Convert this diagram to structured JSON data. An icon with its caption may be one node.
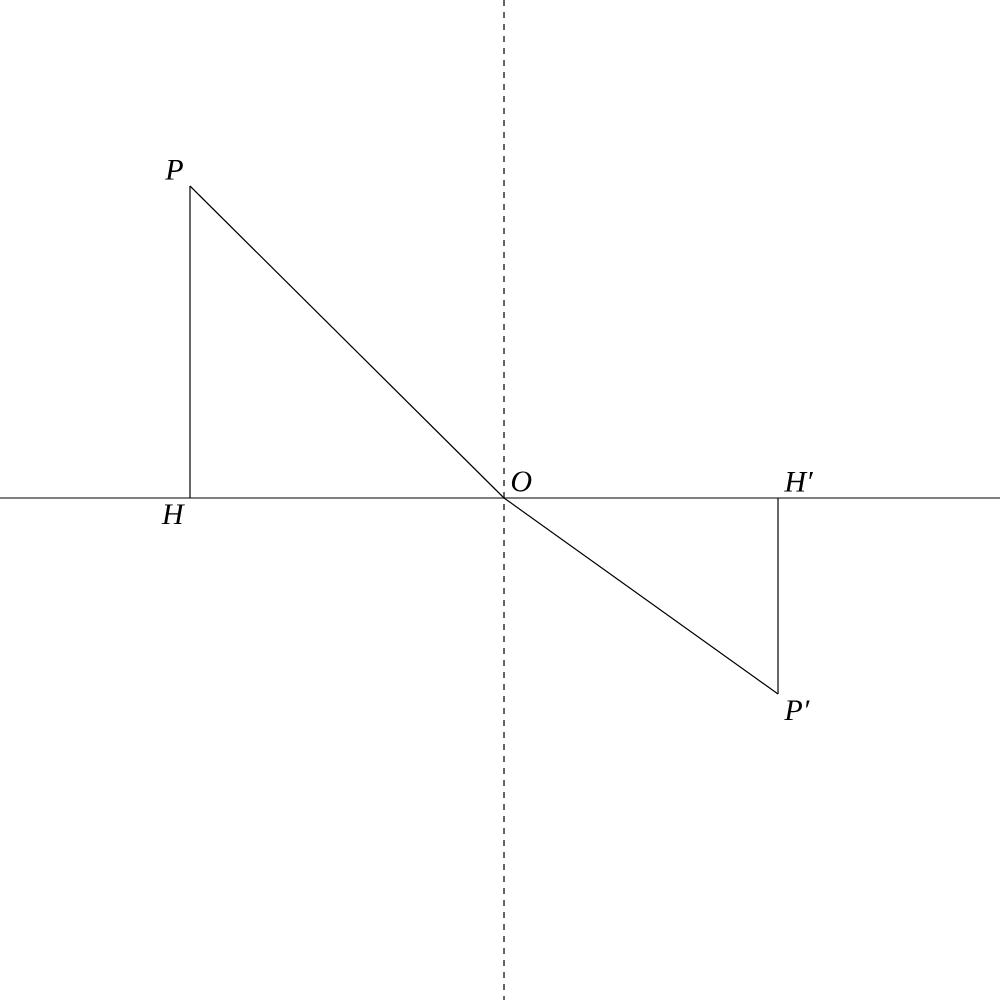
{
  "diagram": {
    "nodes": [
      {
        "text": [
          "P"
        ]
      },
      {
        "text": [
          "H"
        ]
      },
      {
        "text": [
          "O"
        ]
      },
      {
        "text": [
          "H′"
        ]
      },
      {
        "text": [
          "P′"
        ]
      }
    ],
    "edges": [
      {
        "from": 0,
        "to": 1,
        "arrow": "none"
      },
      {
        "from": 0,
        "to": 2,
        "arrow": "none"
      },
      {
        "from": 2,
        "to": 4,
        "arrow": "none"
      },
      {
        "from": 4,
        "to": 3,
        "arrow": "none"
      }
    ]
  }
}
